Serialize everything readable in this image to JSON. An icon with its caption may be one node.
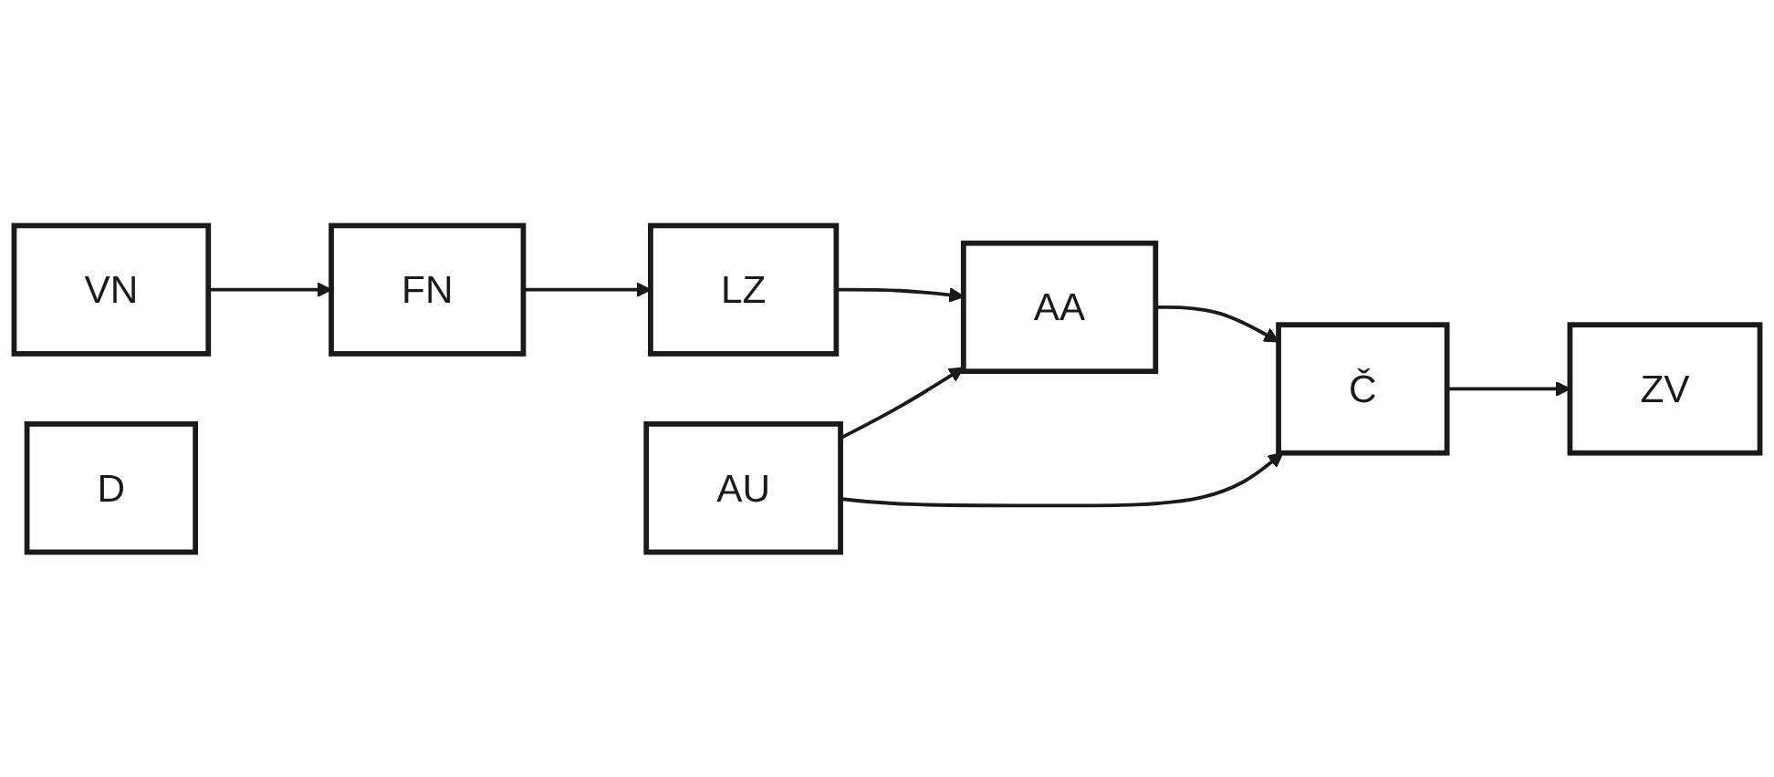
{
  "diagram": {
    "nodes": [
      {
        "text": [
          "VN"
        ]
      },
      {
        "text": [
          "D"
        ]
      },
      {
        "text": [
          "FN"
        ]
      },
      {
        "text": [
          "LZ"
        ]
      },
      {
        "text": [
          "AU"
        ]
      },
      {
        "text": [
          "AA"
        ]
      },
      {
        "text": [
          "Č"
        ]
      },
      {
        "text": [
          "ZV"
        ]
      }
    ],
    "edges": [
      {
        "from": 0,
        "to": 2,
        "arrow": "to"
      },
      {
        "from": 2,
        "to": 3,
        "arrow": "to"
      },
      {
        "from": 3,
        "to": 5,
        "arrow": "to"
      },
      {
        "from": 4,
        "to": 5,
        "arrow": "to"
      },
      {
        "from": 4,
        "to": 6,
        "arrow": "to"
      },
      {
        "from": 5,
        "to": 6,
        "arrow": "to"
      },
      {
        "from": 6,
        "to": 7,
        "arrow": "to"
      }
    ]
  }
}
